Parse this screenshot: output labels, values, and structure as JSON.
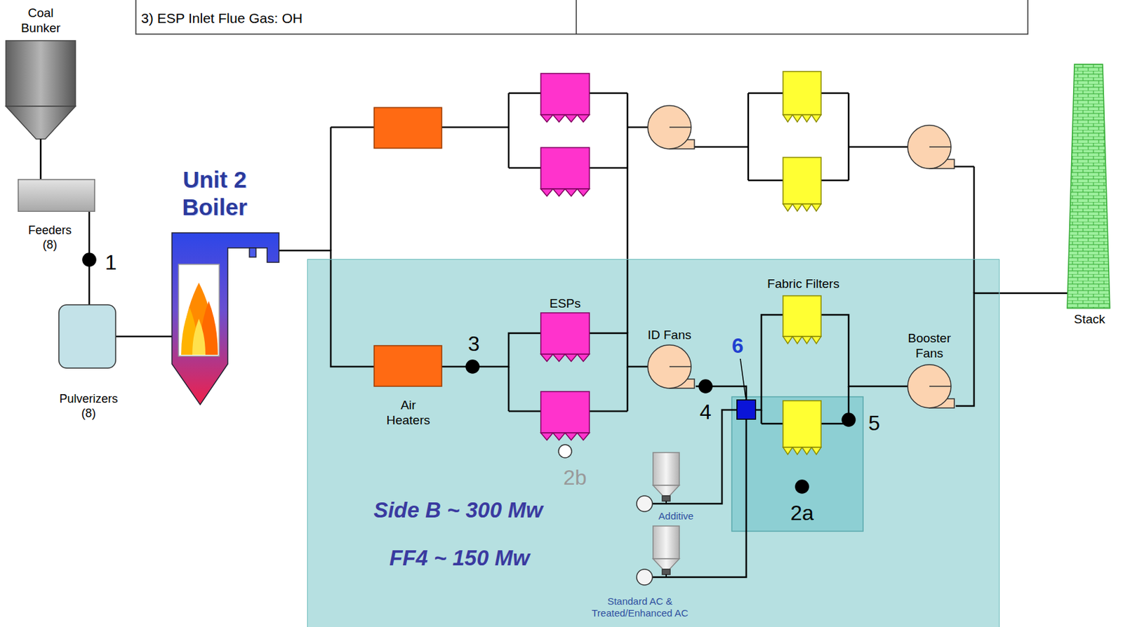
{
  "diagram": {
    "nodes": [
      {
        "text": [
          "Coal Bunker"
        ]
      },
      {
        "text": [
          "Feeders (8)"
        ]
      },
      {
        "text": [
          "Pulverizers (8)"
        ]
      },
      {
        "text": [
          "Unit 2 Boiler"
        ]
      },
      {
        "text": [
          "Side B ~ 300 Mw",
          "FF4 ~ 150 Mw"
        ]
      },
      {
        "text": [
          "Air Heaters"
        ],
        "in": 4
      },
      {
        "text": [
          "ESPs"
        ],
        "in": 4
      },
      {
        "text": [
          "ID Fans"
        ],
        "in": 4
      },
      {
        "text": [
          "6"
        ],
        "in": 4
      },
      {
        "text": [
          "Fabric Filters"
        ],
        "in": 4
      },
      {
        "text": [
          "Booster Fans"
        ],
        "in": 4
      },
      {
        "text": [
          "Additive"
        ],
        "in": 4
      },
      {
        "text": [
          "Standard AC & Treated/Enhanced AC"
        ],
        "in": 4
      },
      {
        "text": [
          "Stack"
        ]
      }
    ],
    "edges": [
      {
        "from": 0,
        "to": 1,
        "arrow": "none"
      },
      {
        "from": 1,
        "to": 2,
        "arrow": "none"
      },
      {
        "from": 2,
        "to": 3,
        "arrow": "none"
      },
      {
        "from": 3,
        "to": 5,
        "arrow": "none"
      },
      {
        "from": 5,
        "to": 6,
        "arrow": "none"
      },
      {
        "from": 6,
        "to": 7,
        "arrow": "none"
      },
      {
        "from": 7,
        "to": 8,
        "arrow": "none"
      },
      {
        "from": 11,
        "to": 8,
        "arrow": "none"
      },
      {
        "from": 12,
        "to": 8,
        "arrow": "none"
      },
      {
        "from": 8,
        "to": 9,
        "arrow": "none"
      },
      {
        "from": 9,
        "to": 10,
        "arrow": "none"
      },
      {
        "from": 10,
        "to": 13,
        "arrow": "none"
      }
    ],
    "labels": [
      "3) ESP Inlet Flue Gas: OH",
      "1",
      "3",
      "4",
      "5",
      "2a",
      "2b"
    ]
  }
}
